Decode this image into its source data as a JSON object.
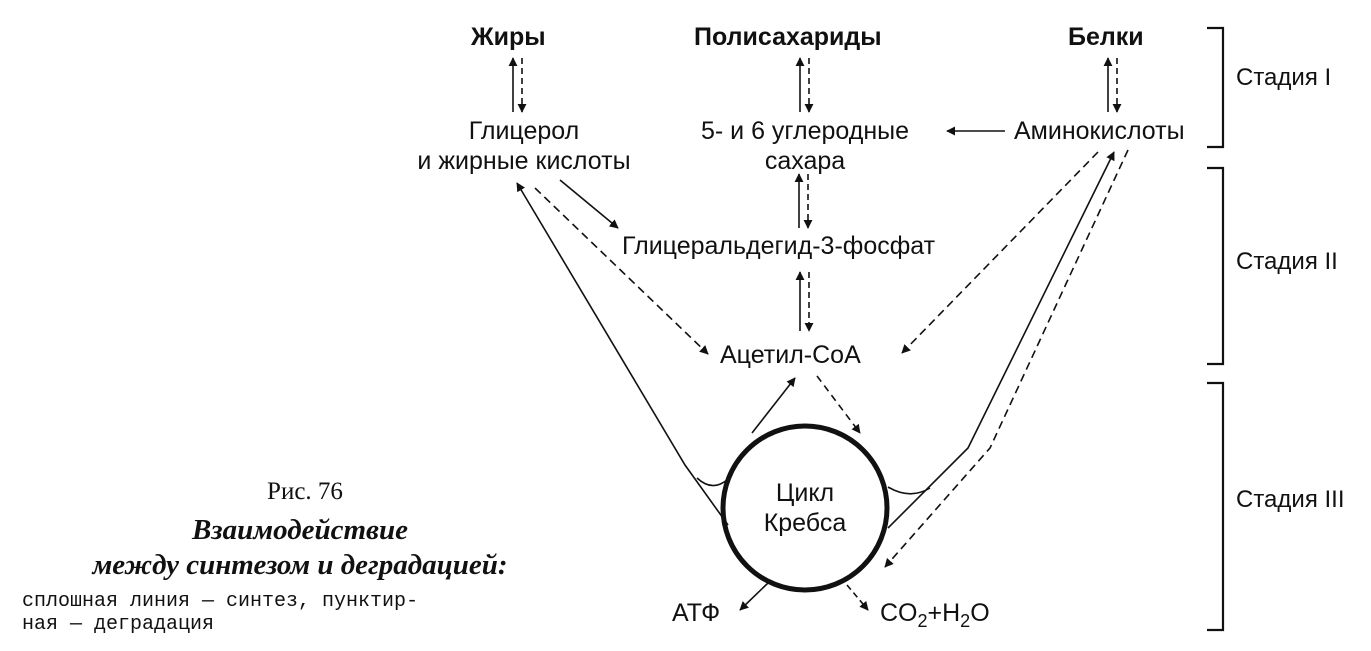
{
  "nodes": {
    "fats": "Жиры",
    "polysaccharides": "Полисахариды",
    "proteins": "Белки",
    "glycerol_line1": "Глицерол",
    "glycerol_line2": "и жирные кислоты",
    "sugars_line1": "5- и 6 углеродные",
    "sugars_line2": "сахара",
    "amino_acids": "Аминокислоты",
    "g3p": "Глицеральдегид-3-фосфат",
    "acetyl_coa": "Ацетил-СоА",
    "krebs_line1": "Цикл",
    "krebs_line2": "Кребса",
    "atp": "АТФ",
    "co2_prefix": "CO",
    "co2_sub": "2",
    "h2o_prefix": "+H",
    "h2o_sub": "2",
    "h2o_suffix": "O"
  },
  "stages": {
    "stage1": "Стадия I",
    "stage2": "Стадия II",
    "stage3": "Стадия III"
  },
  "caption": {
    "number": "Рис. 76",
    "title_line1": "Взаимодействие",
    "title_line2": "между синтезом и деградацией:",
    "note_line1": "сплошная линия — синтез, пунктир-",
    "note_line2": "ная — деградация"
  }
}
